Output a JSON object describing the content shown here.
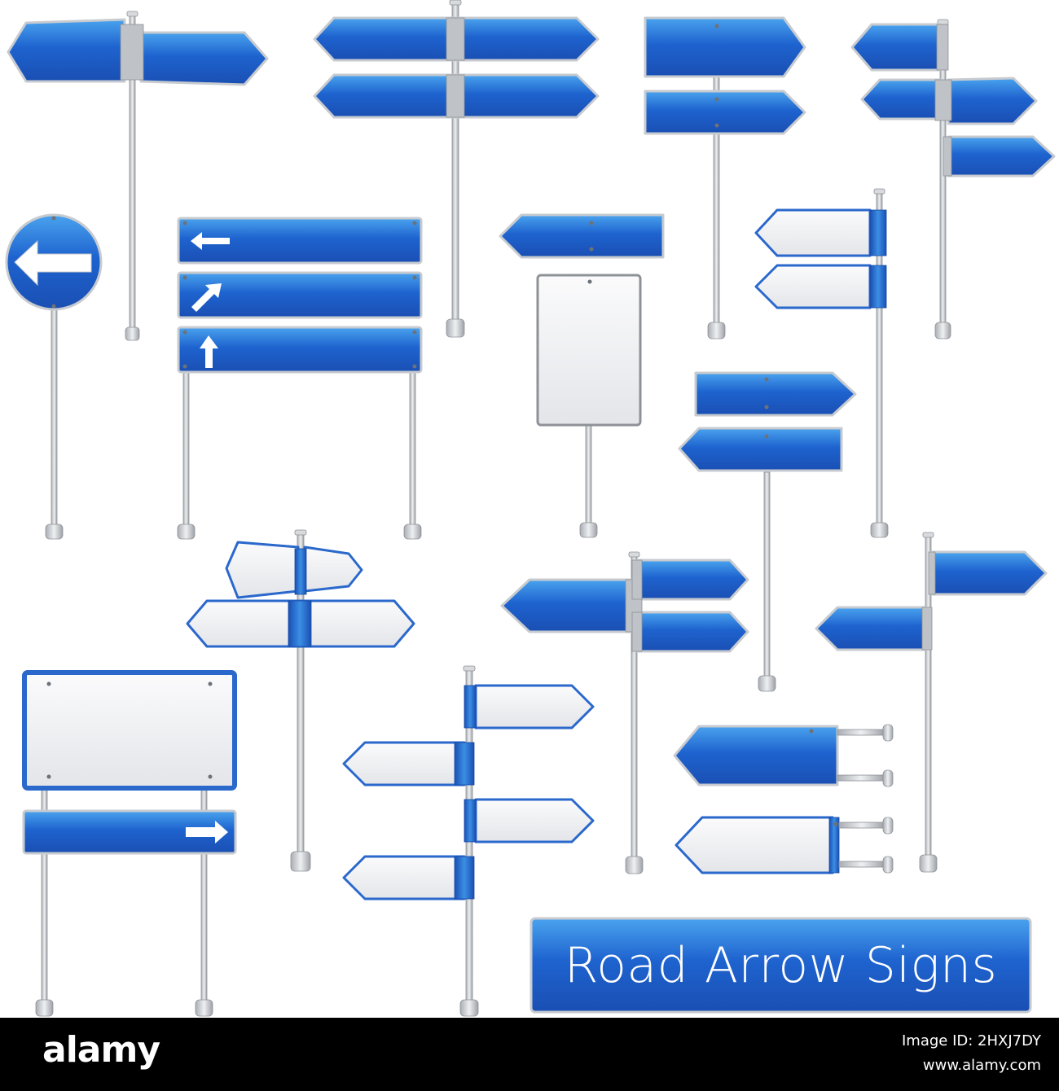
{
  "title": "Road Arrow Signs",
  "footer": {
    "brand": "alamy",
    "image_id": "Image ID: 2HXJ7DY",
    "site": "www.alamy.com"
  },
  "colors": {
    "sign_blue": "#1f5fc8",
    "sign_blue_light": "#3b8fe4",
    "sign_white": "#eef0f3",
    "pole": "#c9ccd0",
    "footer_bg": "#000000"
  },
  "icons": [
    "arrow-left-icon",
    "arrow-up-right-icon",
    "arrow-up-icon",
    "arrow-right-icon"
  ]
}
